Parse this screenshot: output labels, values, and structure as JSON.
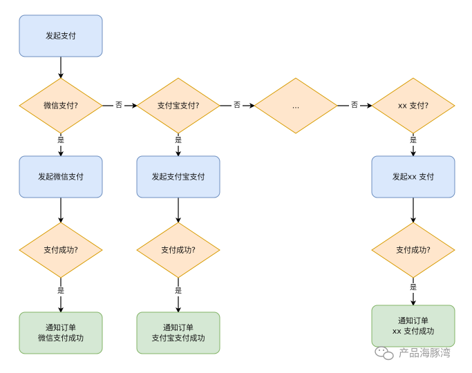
{
  "colors": {
    "process_fill": "#dae8fc",
    "process_stroke": "#6c8ebf",
    "decision_fill": "#ffe6cc",
    "decision_stroke": "#d79b00",
    "success_fill": "#d5e8d4",
    "success_stroke": "#82b366",
    "edge": "#000000"
  },
  "nodes": {
    "start": [
      "发起支付"
    ],
    "wechat_q": [
      "微信支付?"
    ],
    "alipay_q": [
      "支付宝支付?"
    ],
    "ellipsis_q": [
      "..."
    ],
    "xx_q": [
      "xx 支付?"
    ],
    "wechat_pay": [
      "发起微信支付"
    ],
    "alipay_pay": [
      "发起支付宝支付"
    ],
    "xx_pay": [
      "发起xx 支付"
    ],
    "wechat_ok_q": [
      "支付成功?"
    ],
    "alipay_ok_q": [
      "支付成功?"
    ],
    "xx_ok_q": [
      "支付成功?"
    ],
    "wechat_done": [
      "通知订单",
      "微信支付成功"
    ],
    "alipay_done": [
      "通知订单",
      "支付宝支付成功"
    ],
    "xx_done": [
      "通知订单",
      "xx 支付成功"
    ]
  },
  "edge_labels": {
    "yes": "是",
    "no": "否"
  },
  "watermark": "产品海豚湾"
}
